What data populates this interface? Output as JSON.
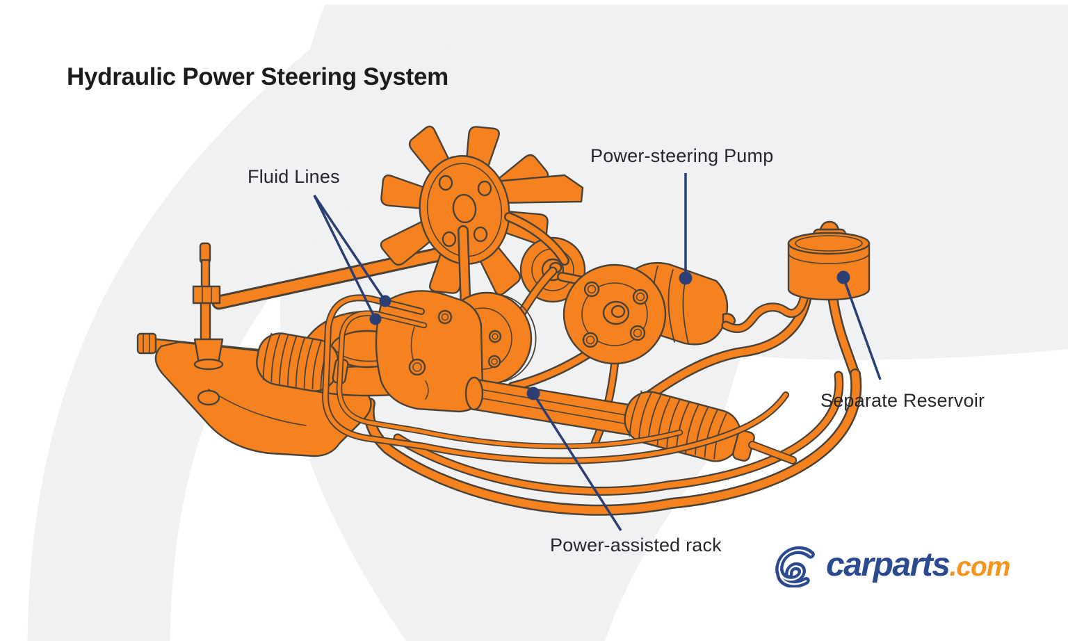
{
  "title": "Hydraulic Power Steering System",
  "callouts": {
    "fluid_lines": "Fluid Lines",
    "pump": "Power-steering Pump",
    "reservoir": "Separate Reservoir",
    "rack": "Power-assisted rack"
  },
  "logo": {
    "brand": "carparts",
    "tld": ".com"
  },
  "colors": {
    "part_orange": "#F5821F",
    "part_outline": "#4B4237",
    "leader_navy": "#2C3F75",
    "logo_navy": "#2C4A90",
    "logo_orange": "#F7941E",
    "watermark_gray": "#F0F1F3",
    "background": "#FFFFFF"
  }
}
